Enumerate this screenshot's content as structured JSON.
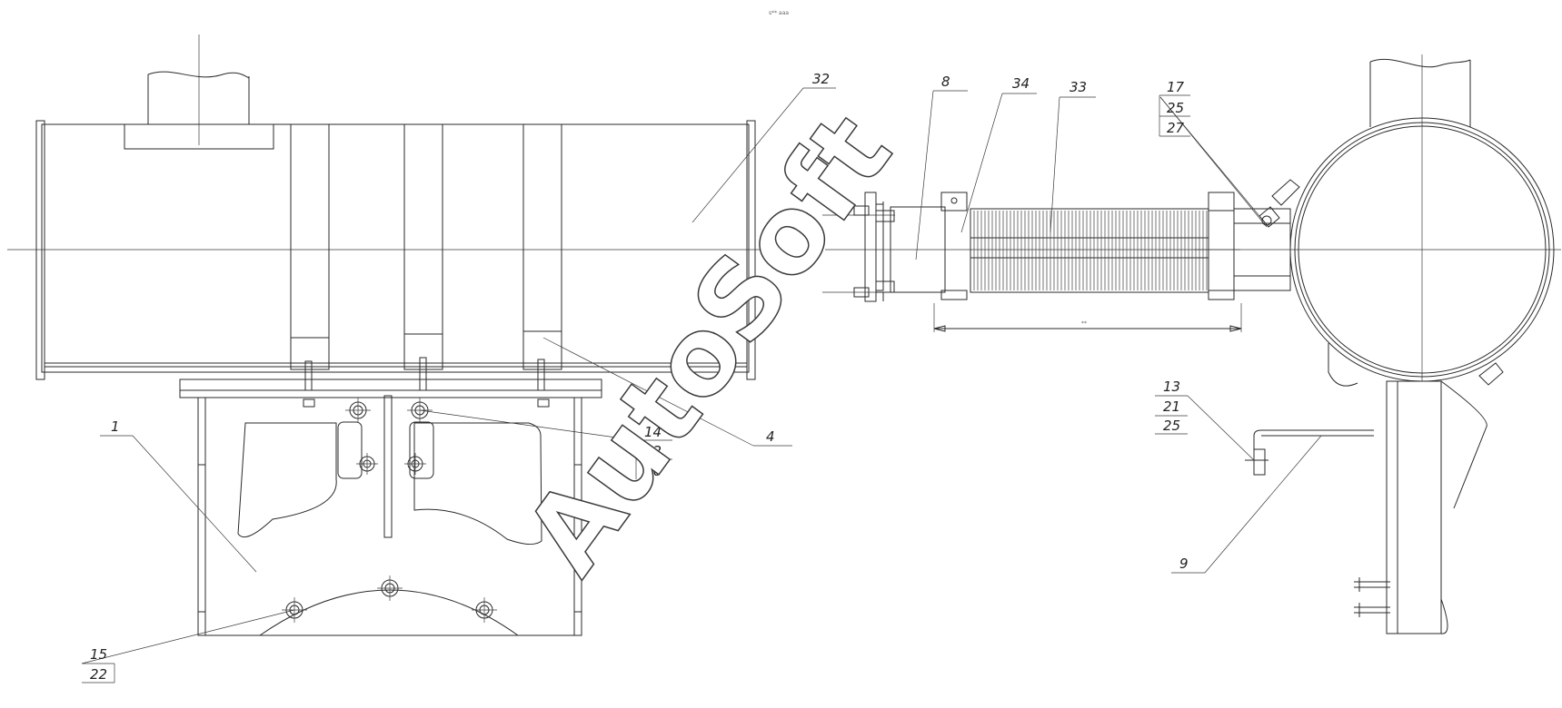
{
  "watermark": "AutoSoft",
  "top_note": "s** aaa",
  "dimension_text": "**",
  "callouts": {
    "c32": "32",
    "c8": "8",
    "c34": "34",
    "c33": "33",
    "c17": [
      "17",
      "25",
      "27"
    ],
    "c4": "4",
    "c14": [
      "14",
      "22",
      "26"
    ],
    "c1": "1",
    "c13": [
      "13",
      "21",
      "25"
    ],
    "c9": "9",
    "c15": [
      "15",
      "22"
    ]
  }
}
